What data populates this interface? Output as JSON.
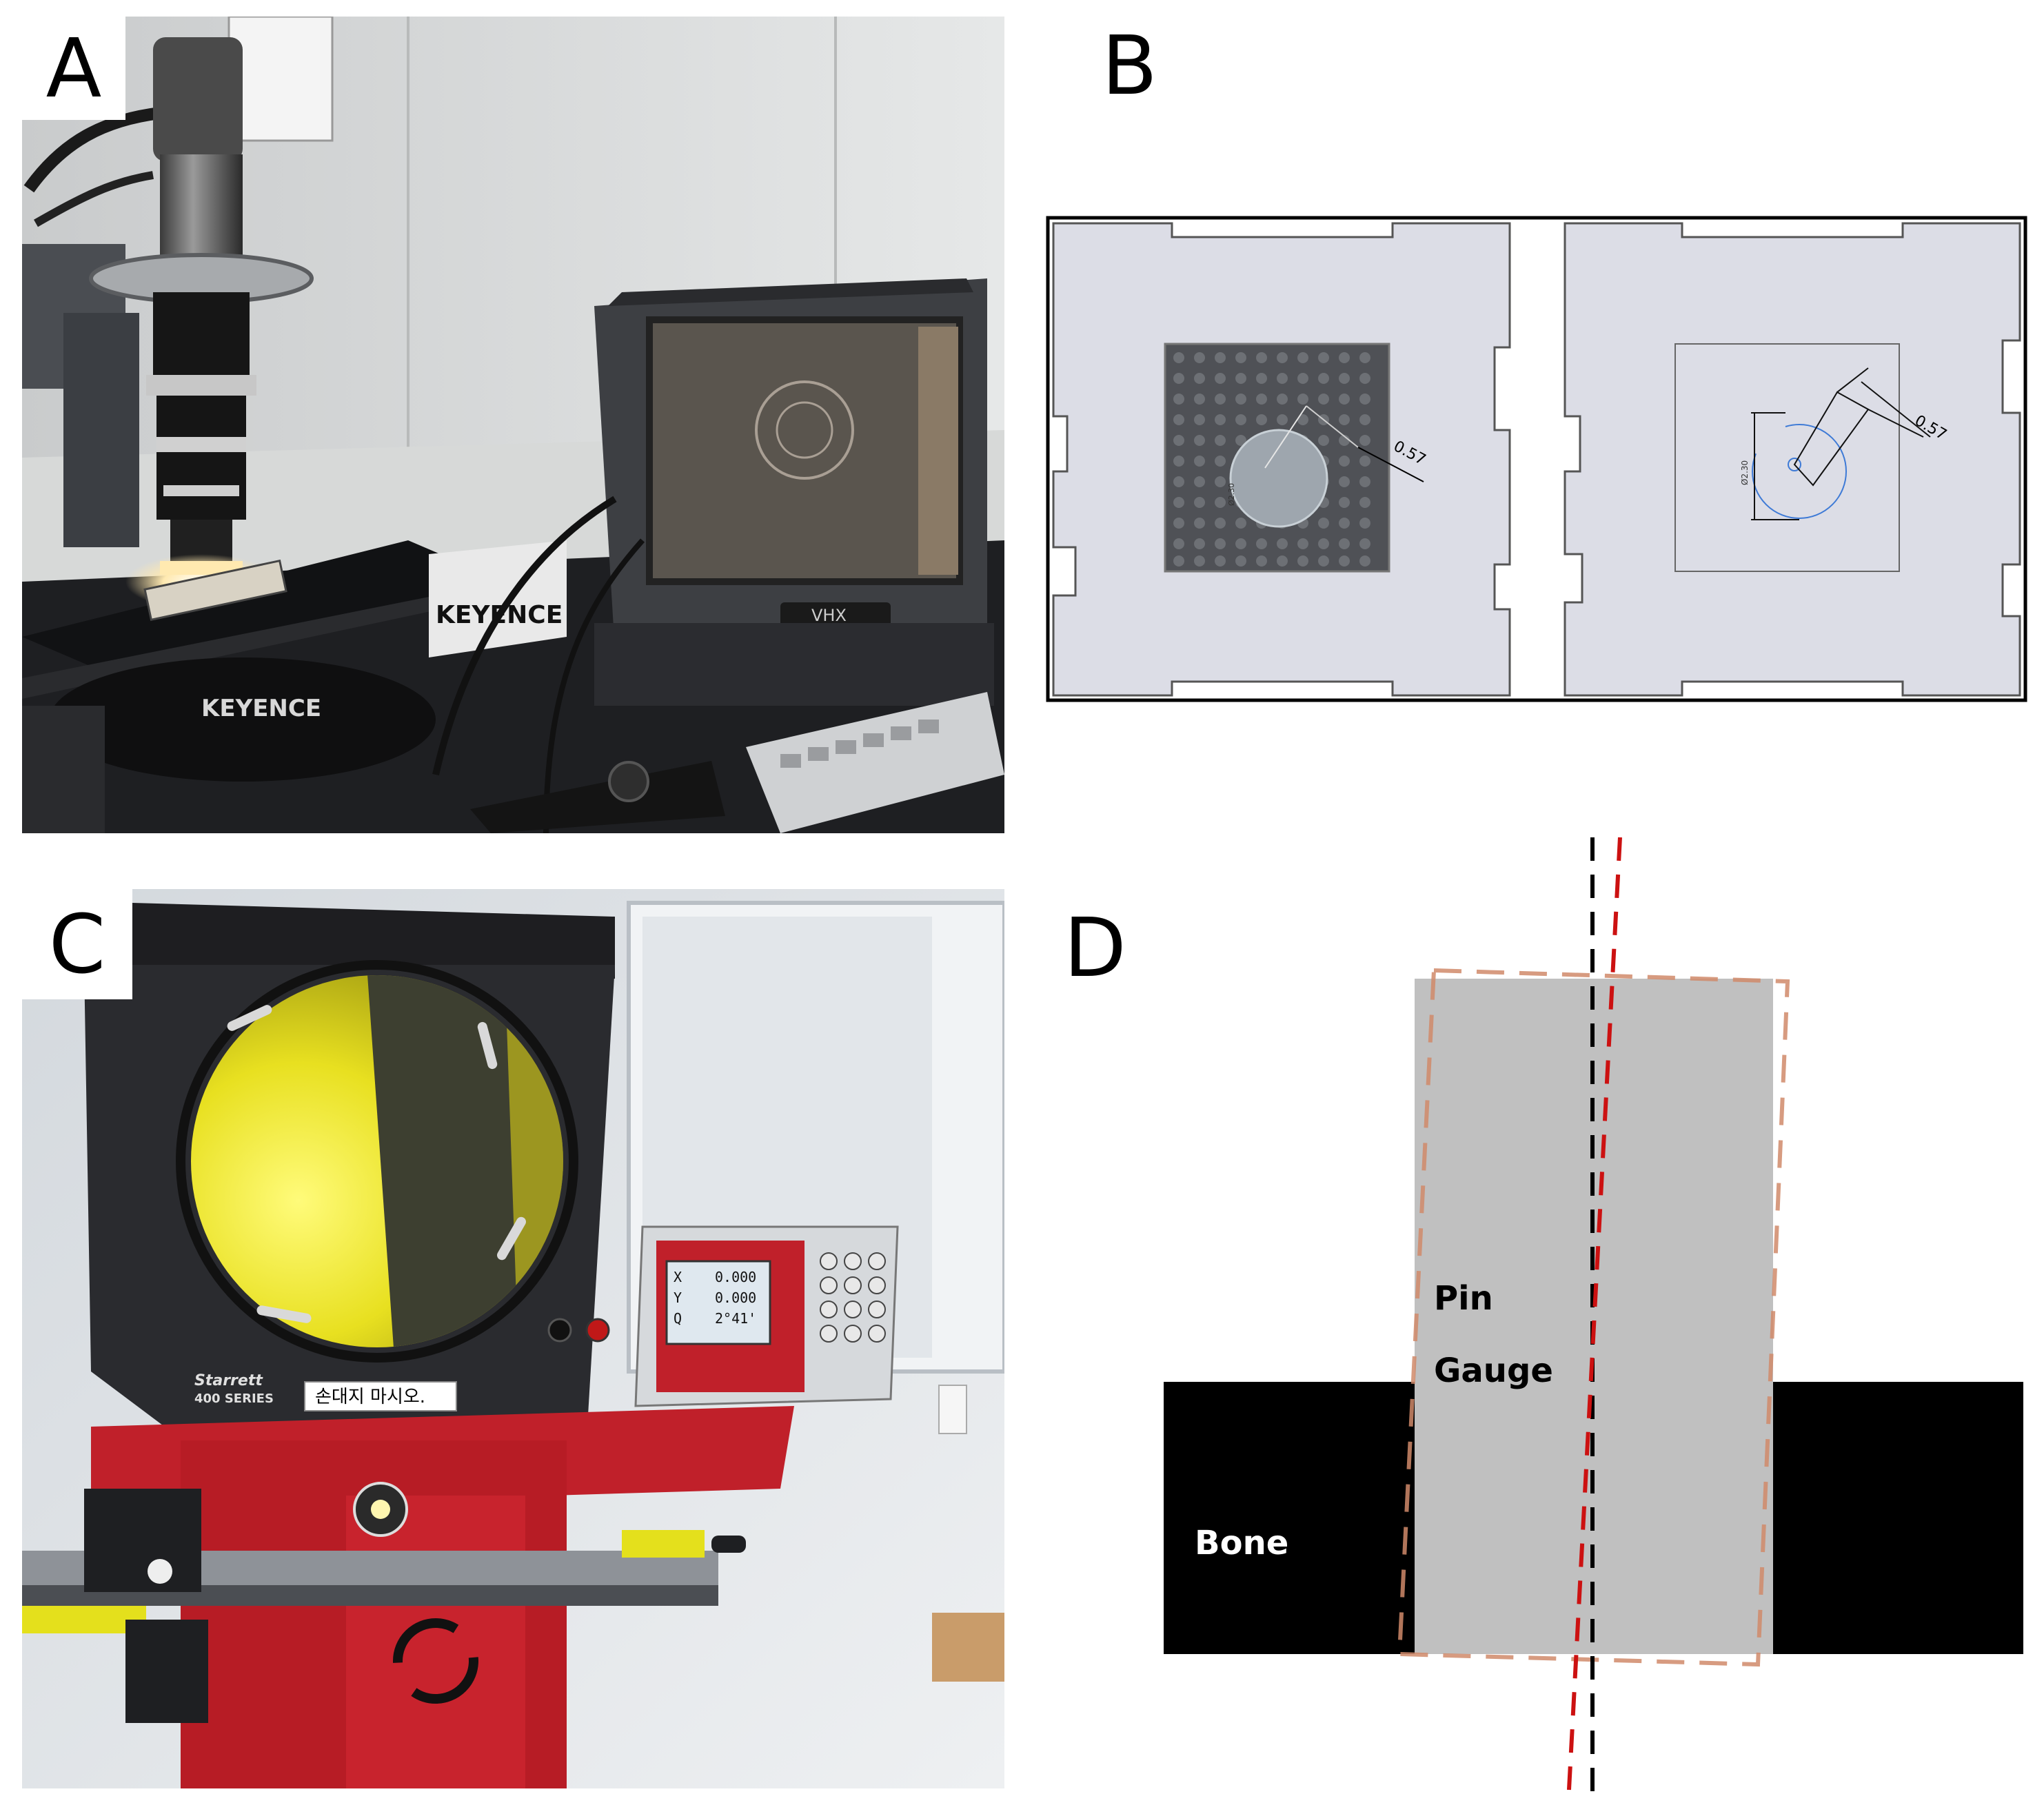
{
  "panels": {
    "a": {
      "label": "A",
      "brand_text_1": "KEYENCE",
      "brand_text_2": "KEYENCE",
      "monitor_brand": "VHX"
    },
    "b": {
      "label": "B",
      "dimension_left": "0.57",
      "dimension_right": "0.57",
      "diameter_left": "Ø2.30",
      "diameter_right": "Ø2.30"
    },
    "c": {
      "label": "C",
      "brand_text": "Starrett",
      "series_text": "400 SERIES",
      "sign_text": "손대지 마시오.",
      "readout_axes": [
        "X",
        "Y",
        "Q"
      ],
      "readout_values": [
        "0.000",
        "0.000",
        "2°41'"
      ]
    },
    "d": {
      "label": "D",
      "pin_label_line1": "Pin",
      "pin_label_line2": "Gauge",
      "bone_label": "Bone"
    }
  },
  "colors": {
    "panel_b_frame": "#000000",
    "panel_b_fill": "#dcdde6",
    "pin_gray": "#c0c0c0",
    "bone_black": "#000000",
    "red_dash": "#cc1111",
    "outline_copper": "#d08a6a",
    "projector_red": "#c0202a",
    "screen_yellow": "#e8e020"
  }
}
